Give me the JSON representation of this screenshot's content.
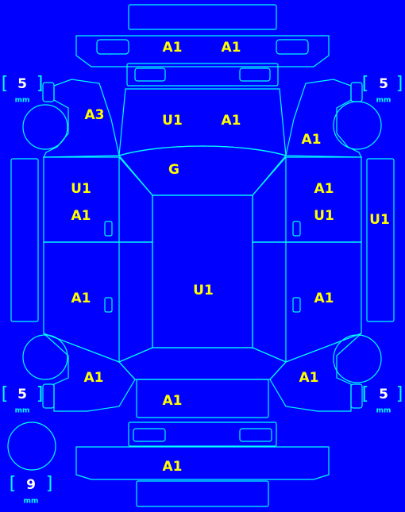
{
  "colors": {
    "background": "#0000ff",
    "outline": "#00ffff",
    "grade_text": "#ffff00",
    "tyre_text": "#ffffff"
  },
  "labels": {
    "front_bumper_left": "A1",
    "front_bumper_right": "A1",
    "left_front_fender": "A3",
    "hood_left": "U1",
    "hood_right": "A1",
    "right_front_fender": "A1",
    "windshield": "G",
    "left_front_door_upper": "U1",
    "left_front_door_lower": "A1",
    "right_front_door_upper": "A1",
    "right_front_door_lower": "U1",
    "right_rocker": "U1",
    "roof": "U1",
    "left_rear_door": "A1",
    "right_rear_door": "A1",
    "left_rear_fender": "A1",
    "right_rear_fender": "A1",
    "trunk": "A1",
    "rear_bumper": "A1"
  },
  "tyres": {
    "front_left": {
      "value": "5",
      "unit": "mm"
    },
    "front_right": {
      "value": "5",
      "unit": "mm"
    },
    "rear_left": {
      "value": "5",
      "unit": "mm"
    },
    "rear_right": {
      "value": "5",
      "unit": "mm"
    },
    "spare": {
      "value": "9",
      "unit": "mm"
    }
  }
}
